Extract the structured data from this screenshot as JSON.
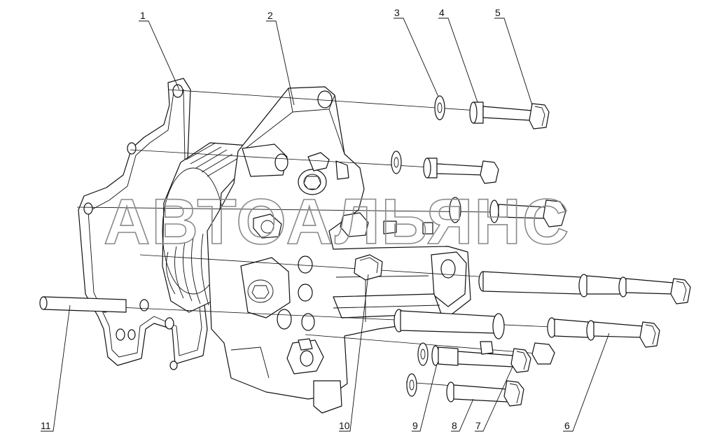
{
  "watermark": "АВТОАЛЬЯНС",
  "callouts": [
    {
      "id": "1",
      "label": "1"
    },
    {
      "id": "2",
      "label": "2"
    },
    {
      "id": "3",
      "label": "3"
    },
    {
      "id": "4",
      "label": "4"
    },
    {
      "id": "5",
      "label": "5"
    },
    {
      "id": "6",
      "label": "6"
    },
    {
      "id": "7",
      "label": "7"
    },
    {
      "id": "8",
      "label": "8"
    },
    {
      "id": "9",
      "label": "9"
    },
    {
      "id": "10",
      "label": "10"
    },
    {
      "id": "11",
      "label": "11"
    }
  ]
}
